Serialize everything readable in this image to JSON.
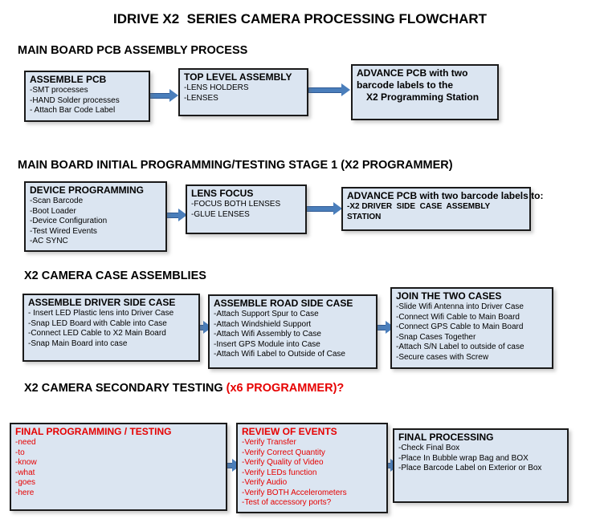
{
  "title": "IDRIVE X2  SERIES CAMERA PROCESSING FLOWCHART",
  "colors": {
    "box_fill": "#dbe5f1",
    "box_border": "#1a1a1a",
    "arrow": "#4a7ebb",
    "arrow_dark": "#2f5a94",
    "red_text": "#e60000"
  },
  "sections": [
    {
      "header": "MAIN BOARD PCB ASSEMBLY PROCESS",
      "boxes": [
        {
          "title": "ASSEMBLE PCB",
          "items": [
            "-SMT processes",
            "-HAND Solder processes",
            "- Attach Bar Code Label"
          ]
        },
        {
          "title": "TOP LEVEL ASSEMBLY",
          "items": [
            "-LENS HOLDERS",
            "-LENSES"
          ]
        },
        {
          "title": "ADVANCE PCB with two barcode labels to the",
          "subtitle": "X2 Programming Station",
          "items": []
        }
      ]
    },
    {
      "header": "MAIN BOARD INITIAL PROGRAMMING/TESTING STAGE 1 (X2 PROGRAMMER)",
      "boxes": [
        {
          "title": "DEVICE PROGRAMMING",
          "items": [
            "-Scan Barcode",
            "-Boot Loader",
            "-Device Configuration",
            "-Test Wired Events",
            "-AC SYNC"
          ]
        },
        {
          "title": "LENS FOCUS",
          "items": [
            "-FOCUS BOTH LENSES",
            "-GLUE LENSES"
          ]
        },
        {
          "title": "ADVANCE PCB with two barcode labels to:",
          "items": [
            "-X2 DRIVER  SIDE  CASE  ASSEMBLY STATION"
          ]
        }
      ]
    },
    {
      "header": "X2 CAMERA CASE ASSEMBLIES",
      "boxes": [
        {
          "title": "ASSEMBLE DRIVER SIDE CASE",
          "items": [
            "- Insert LED Plastic lens into Driver Case",
            "-Snap LED Board with Cable into Case",
            "-Connect LED Cable to X2 Main Board",
            "-Snap Main Board into case"
          ]
        },
        {
          "title": "ASSEMBLE ROAD SIDE CASE",
          "items": [
            "-Attach Support Spur to Case",
            "-Attach Windshield Support",
            "-Attach Wifi Assembly to Case",
            "-Insert GPS Module into Case",
            "-Attach Wifi Label to Outside of Case"
          ]
        },
        {
          "title": "JOIN THE TWO CASES",
          "items": [
            "-Slide Wifi Antenna into Driver Case",
            "-Connect Wifi Cable to Main Board",
            "-Connect GPS Cable to Main Board",
            "-Snap Cases Together",
            "-Attach S/N Label to outside of case",
            "-Secure cases with Screw"
          ]
        }
      ]
    },
    {
      "header": "X2 CAMERA SECONDARY TESTING ",
      "header_highlight": "(x6 PROGRAMMER)?",
      "boxes": [
        {
          "title": "FINAL PROGRAMMING / TESTING",
          "items": [
            "-need",
            "-to",
            "-know",
            "-what",
            "-goes",
            "-here"
          ]
        },
        {
          "title": "REVIEW OF EVENTS",
          "items": [
            "-Verify Transfer",
            "-Verify Correct Quantity",
            "-Verify Quality of Video",
            "-Verify LEDs function",
            "-Verify Audio",
            "-Verify BOTH Accelerometers",
            "-Test of accessory ports?"
          ]
        },
        {
          "title": "FINAL PROCESSING",
          "items": [
            "-Check Final Box",
            "-Place In Bubble wrap Bag and BOX",
            "-Place Barcode Label on Exterior or Box"
          ]
        }
      ]
    }
  ]
}
